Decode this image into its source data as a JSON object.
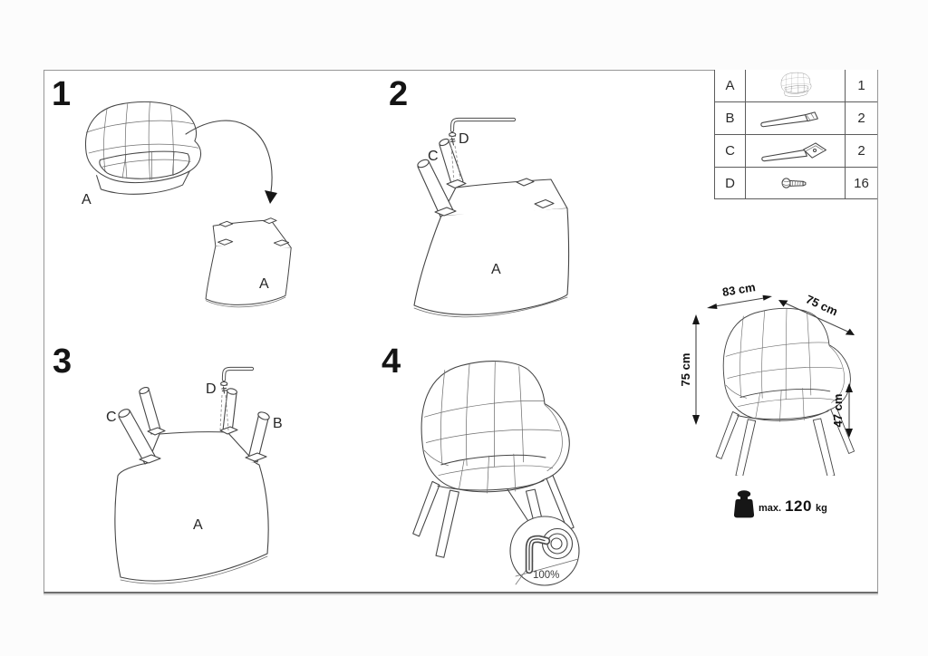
{
  "steps": [
    {
      "number": "1",
      "labels": {
        "shell": "A",
        "base": "A"
      }
    },
    {
      "number": "2",
      "labels": {
        "tool": "D",
        "leg": "C",
        "base": "A"
      }
    },
    {
      "number": "3",
      "labels": {
        "tool": "D",
        "left_leg": "C",
        "right_leg": "B",
        "base": "A"
      }
    },
    {
      "number": "4",
      "labels": {
        "tighten": "100%"
      }
    }
  ],
  "parts_table": {
    "rows": [
      {
        "part": "A",
        "icon": "seat-shell-icon",
        "qty": "1"
      },
      {
        "part": "B",
        "icon": "leg-straight-icon",
        "qty": "2"
      },
      {
        "part": "C",
        "icon": "leg-plate-icon",
        "qty": "2"
      },
      {
        "part": "D",
        "icon": "screw-icon",
        "qty": "16"
      }
    ]
  },
  "dimensions": {
    "width": "83 cm",
    "depth": "75 cm",
    "height": "75 cm",
    "seat_height": "47 cm"
  },
  "weight_limit": {
    "prefix": "max.",
    "value": "120",
    "unit": "kg"
  }
}
